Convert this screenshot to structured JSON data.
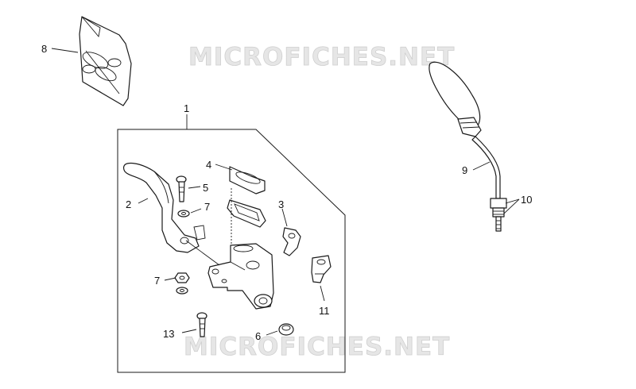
{
  "watermark": {
    "top": "MICROFICHES.NET",
    "bottom": "MICROFICHES.NET"
  },
  "callouts": {
    "c1": "1",
    "c2": "2",
    "c3": "3",
    "c4": "4",
    "c5": "5",
    "c6": "6",
    "c7a": "7",
    "c7b": "7",
    "c8": "8",
    "c9": "9",
    "c10": "10",
    "c11": "11",
    "c13": "13"
  }
}
